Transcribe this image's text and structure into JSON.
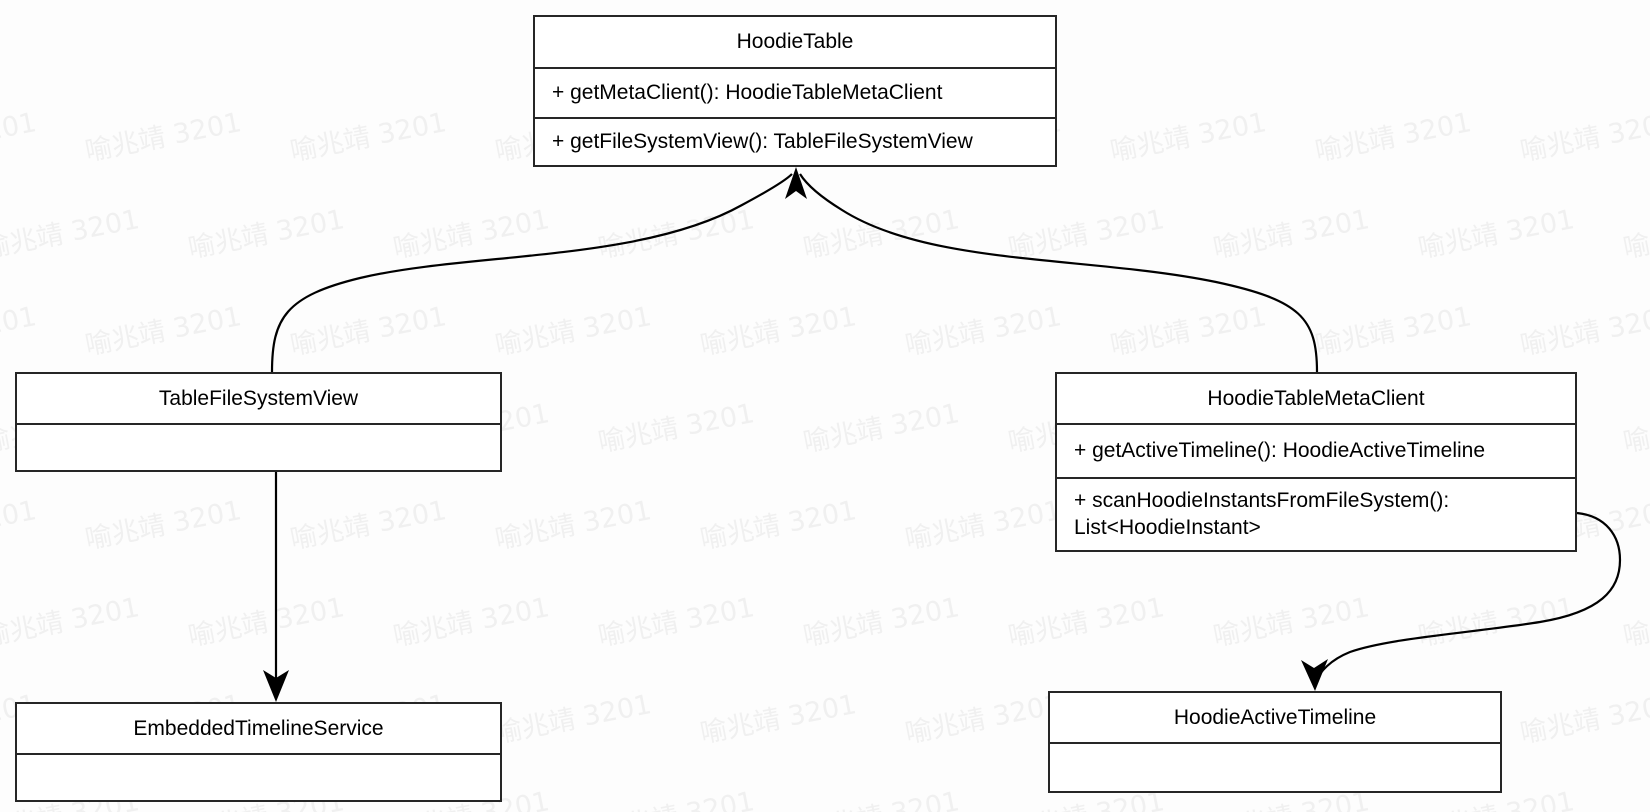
{
  "diagram": {
    "kind": "uml-class-diagram",
    "background_color": "#fdfdfd",
    "line_color": "#000000",
    "box_border_color": "#262626",
    "watermark": {
      "text": "喻兆靖 3201",
      "color": "#f0f0f0",
      "rotation_deg": -11
    }
  },
  "classes": [
    {
      "id": "hoodie-table",
      "name": "HoodieTable",
      "members": [
        "+ getMetaClient(): HoodieTableMetaClient",
        "+ getFileSystemView(): TableFileSystemView"
      ]
    },
    {
      "id": "table-file-system-view",
      "name": "TableFileSystemView",
      "members": [
        ""
      ]
    },
    {
      "id": "hoodie-table-meta-client",
      "name": "HoodieTableMetaClient",
      "members": [
        "+ getActiveTimeline(): HoodieActiveTimeline",
        "+ scanHoodieInstantsFromFileSystem():\nList<HoodieInstant>"
      ]
    },
    {
      "id": "embedded-timeline-service",
      "name": "EmbeddedTimelineService",
      "members": [
        ""
      ]
    },
    {
      "id": "hoodie-active-timeline",
      "name": "HoodieActiveTimeline",
      "members": [
        ""
      ]
    }
  ],
  "edges": [
    {
      "id": "edge-tfsv-to-hoodietable",
      "from": "TableFileSystemView",
      "to": "HoodieTable",
      "arrow": "open-arrow"
    },
    {
      "id": "edge-metaclient-to-hoodietable",
      "from": "HoodieTableMetaClient",
      "to": "HoodieTable",
      "arrow": "open-arrow"
    },
    {
      "id": "edge-tfsv-to-embedded",
      "from": "TableFileSystemView",
      "to": "EmbeddedTimelineService",
      "arrow": "filled-arrow"
    },
    {
      "id": "edge-metaclient-to-activetimeline",
      "from": "HoodieTableMetaClient",
      "to": "HoodieActiveTimeline",
      "arrow": "filled-arrow"
    }
  ]
}
